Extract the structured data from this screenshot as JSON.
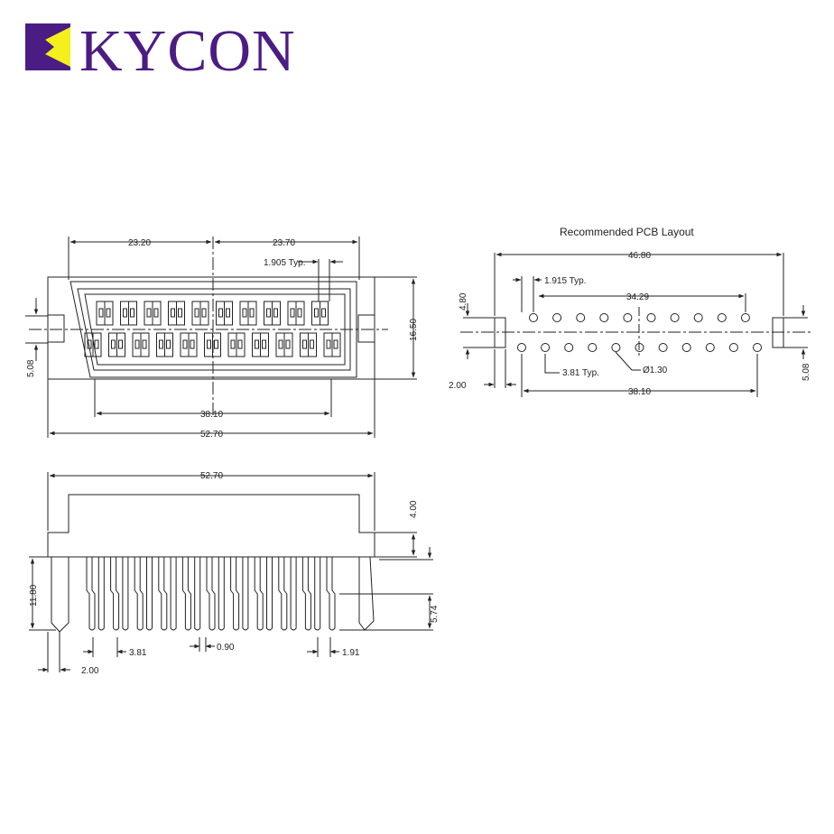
{
  "logo": {
    "text": "KYCON",
    "primary_color": "#4b1c84",
    "accent_color": "#f5ef1c"
  },
  "front_view": {
    "dim_left_half": "23.20",
    "dim_right_half": "23.70",
    "dim_pitch_typ": "1.905 Typ.",
    "dim_height": "16.50",
    "dim_flange_offset": "5.08",
    "dim_contact_span": "38.10",
    "dim_overall_width": "52.70",
    "contacts_top_row": 10,
    "contacts_bottom_row": 11
  },
  "side_view": {
    "dim_overall_width": "52.70",
    "dim_body_height": "4.00",
    "dim_pin_length": "11.80",
    "dim_pin_tail": "5.74",
    "dim_pin_pitch": "3.81",
    "dim_pin_width": "0.90",
    "dim_pin_end": "1.91",
    "dim_edge": "2.00"
  },
  "pcb_layout": {
    "title": "Recommended PCB Layout",
    "dim_overall": "46.80",
    "dim_row_offset": "4.80",
    "dim_pitch_typ": "1.915 Typ.",
    "dim_top_span": "34.29",
    "dim_bottom_pitch": "3.81 Typ.",
    "dim_hole_dia": "Ø1.30",
    "dim_bottom_span": "38.10",
    "dim_edge": "2.00",
    "dim_vertical": "5.08",
    "holes_top_row": 10,
    "holes_bottom_row": 11
  }
}
